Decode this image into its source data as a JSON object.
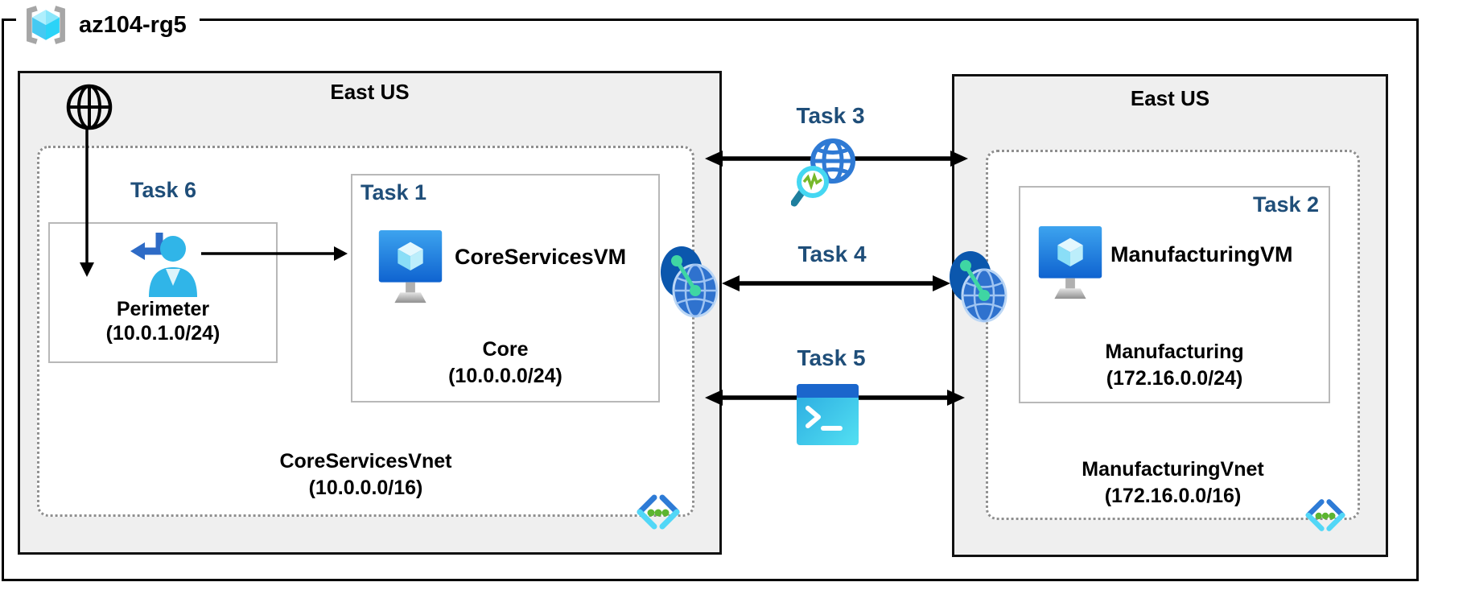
{
  "resource_group": {
    "name": "az104-rg5"
  },
  "left_region": {
    "location": "East US",
    "task6_label": "Task 6",
    "perimeter": {
      "name": "Perimeter",
      "cidr": "(10.0.1.0/24)"
    },
    "task1": {
      "label": "Task 1",
      "vm_name": "CoreServicesVM",
      "subnet_name": "Core",
      "subnet_cidr": "(10.0.0.0/24)"
    },
    "vnet": {
      "name": "CoreServicesVnet",
      "cidr": "(10.0.0.0/16)"
    }
  },
  "connections": {
    "task3_label": "Task 3",
    "task4_label": "Task 4",
    "task5_label": "Task 5"
  },
  "right_region": {
    "location": "East US",
    "task2": {
      "label": "Task 2",
      "vm_name": "ManufacturingVM",
      "subnet_name": "Manufacturing",
      "subnet_cidr": "(172.16.0.0/24)"
    },
    "vnet": {
      "name": "ManufacturingVnet",
      "cidr": "(172.16.0.0/16)"
    }
  },
  "icons": {
    "resource_group": "resource-group-icon",
    "internet": "internet-globe-icon",
    "guest_user": "guest-user-icon",
    "virtual_machine": "virtual-machine-icon",
    "vnet_peering": "network-peering-icon",
    "network_watcher": "network-watcher-icon",
    "cloud_shell": "cloud-shell-icon",
    "code_brackets": "code-brackets-icon"
  },
  "colors": {
    "task_label": "#1f4e79",
    "region_background": "#efefef",
    "region_border": "#111111",
    "vnet_border": "#8f8f8f",
    "node_border": "#b8b8b8",
    "arrow": "#000000",
    "vm_blue": "#1565d8",
    "cyan_accent": "#35b9e6",
    "green_accent": "#5cb531"
  }
}
